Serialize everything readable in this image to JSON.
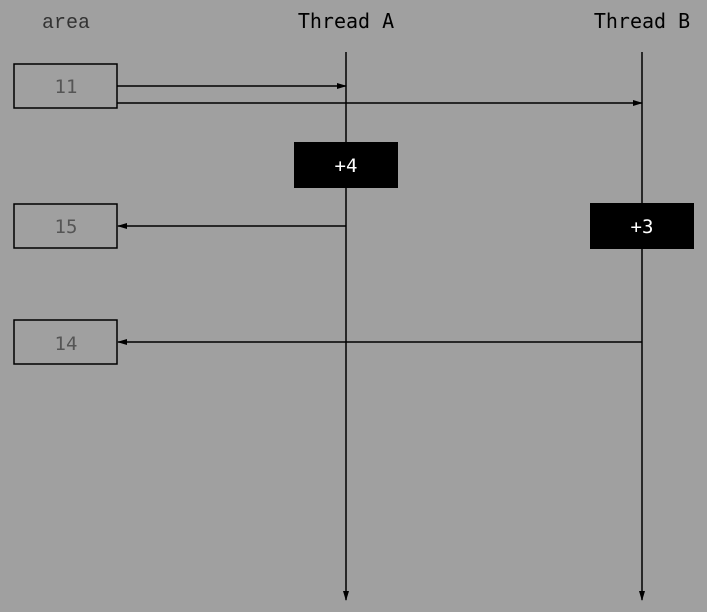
{
  "headers": {
    "area": "area",
    "thread_a": "Thread A",
    "thread_b": "Thread B"
  },
  "area_values": [
    "11",
    "15",
    "14"
  ],
  "operations": {
    "thread_a": "+4",
    "thread_b": "+3"
  },
  "colors": {
    "background": "#a0a0a0",
    "line": "#000000",
    "op_box": "#000000",
    "op_text": "#ffffff",
    "value_text": "#555555"
  }
}
